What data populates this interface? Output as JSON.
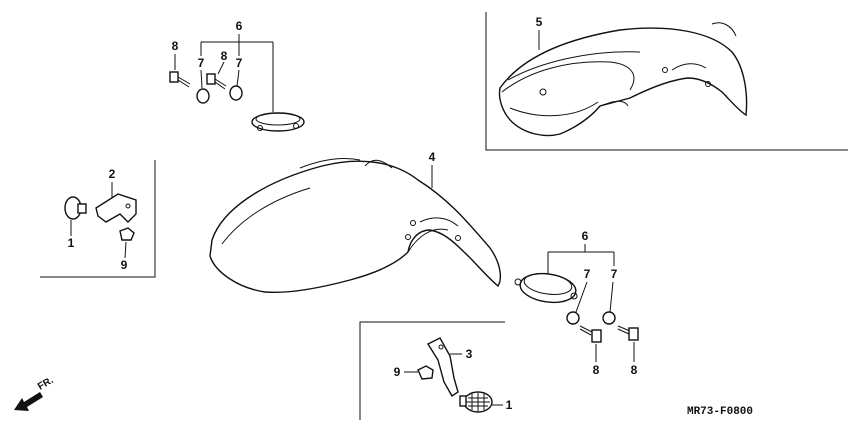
{
  "diagram": {
    "code": "MR73-F0800",
    "direction_label": "FR.",
    "callouts": {
      "top_grommet_set": "6",
      "top_bolt_a": "8",
      "top_collar_a": "7",
      "top_bolt_b": "8",
      "top_collar_b": "7",
      "rear_fender": "5",
      "front_fender": "4",
      "left_stay": "2",
      "left_reflector": "1",
      "left_nut": "9",
      "right_grommet_set": "6",
      "right_collar_a": "7",
      "right_collar_b": "7",
      "right_bolt_a": "8",
      "right_bolt_b": "8",
      "right_stay": "3",
      "right_nut": "9",
      "right_reflector": "1"
    }
  }
}
